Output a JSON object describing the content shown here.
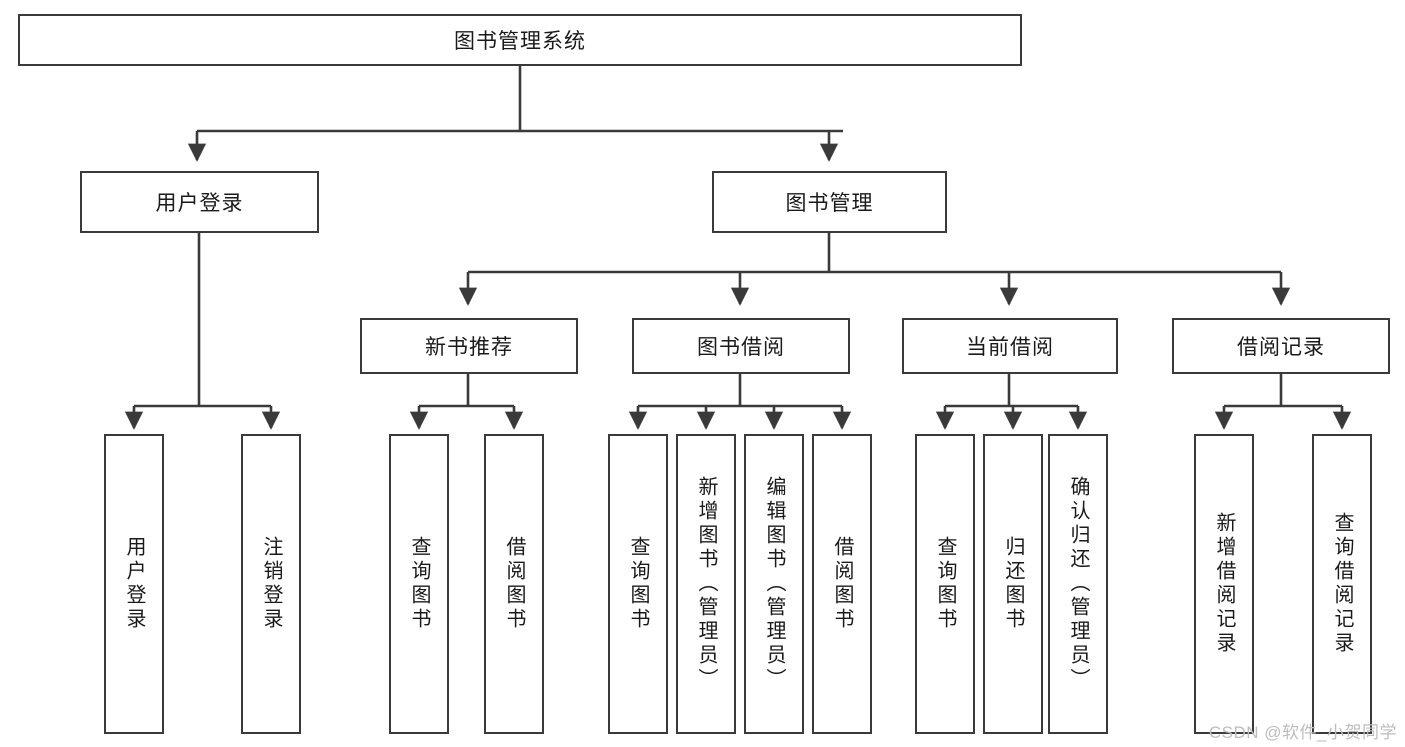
{
  "diagram": {
    "title": "图书管理系统",
    "type": "tree-hierarchy-diagram",
    "colors": {
      "box_border": "#3a3a3a",
      "box_fill": "#ffffff",
      "connector": "#3a3a3a",
      "text": "#1a1a1a",
      "watermark": "#bdbdbd",
      "background": "#ffffff"
    },
    "root": {
      "label": "图书管理系统"
    },
    "level2": [
      {
        "label": "用户登录"
      },
      {
        "label": "图书管理"
      }
    ],
    "level3": [
      {
        "label": "新书推荐"
      },
      {
        "label": "图书借阅"
      },
      {
        "label": "当前借阅"
      },
      {
        "label": "借阅记录"
      }
    ],
    "leaves": {
      "user_login": [
        {
          "label": "用户登录"
        },
        {
          "label": "注销登录"
        }
      ],
      "new_book_recommend": [
        {
          "label": "查询图书"
        },
        {
          "label": "借阅图书"
        }
      ],
      "book_borrow": [
        {
          "label": "查询图书"
        },
        {
          "label": "新增图书（管理员）"
        },
        {
          "label": "编辑图书（管理员）"
        },
        {
          "label": "借阅图书"
        }
      ],
      "current_borrow": [
        {
          "label": "查询图书"
        },
        {
          "label": "归还图书"
        },
        {
          "label": "确认归还（管理员）"
        }
      ],
      "borrow_record": [
        {
          "label": "新增借阅记录"
        },
        {
          "label": "查询借阅记录"
        }
      ]
    }
  },
  "watermark": {
    "text": "CSDN @软件_小贺同学"
  }
}
